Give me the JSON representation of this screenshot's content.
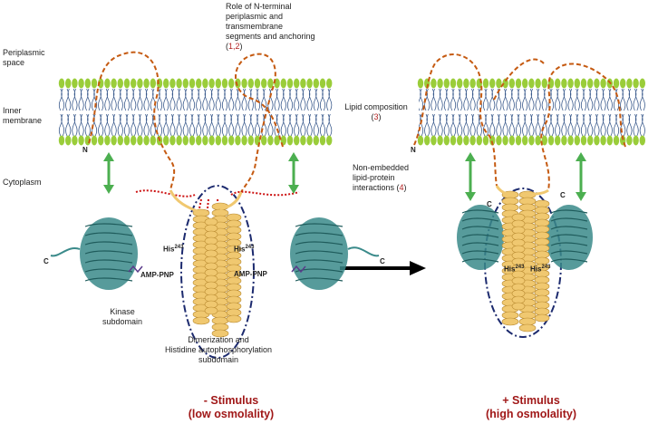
{
  "regions": {
    "periplasm": [
      "Periplasmic",
      "space"
    ],
    "membrane": [
      "Inner",
      "membrane"
    ],
    "cytoplasm": "Cytoplasm"
  },
  "annotations": {
    "role": {
      "lines": [
        "Role of N-terminal",
        "periplasmic and",
        "transmembrane",
        "segments and anchoring"
      ],
      "ref": "1,2"
    },
    "lipid": {
      "text": "Lipid composition",
      "ref": "3"
    },
    "nonembedded": {
      "lines": [
        "Non-embedded",
        "lipid-protein",
        "interactions"
      ],
      "ref": "4"
    }
  },
  "labels": {
    "kinase": [
      "Kinase",
      "subdomain"
    ],
    "dhp": [
      "Dimerization and",
      "Histidine autophosphorylation",
      "subdomain"
    ],
    "his": "His",
    "his_sup": "243",
    "amp": "AMP-PNP",
    "c": "C",
    "n": "N"
  },
  "states": {
    "minus": [
      "- Stimulus",
      "(low osmolality)"
    ],
    "plus": [
      "+ Stimulus",
      "(high osmolality)"
    ]
  },
  "colors": {
    "head": "#9acd3a",
    "tail": "#3a5a8c",
    "loop": "#c55a11",
    "helix": "#f0c870",
    "kinase": "#3a8a8a",
    "ellipse": "#1c2a6e",
    "arrow": "#4caf50",
    "stimulus": "#a01818"
  }
}
